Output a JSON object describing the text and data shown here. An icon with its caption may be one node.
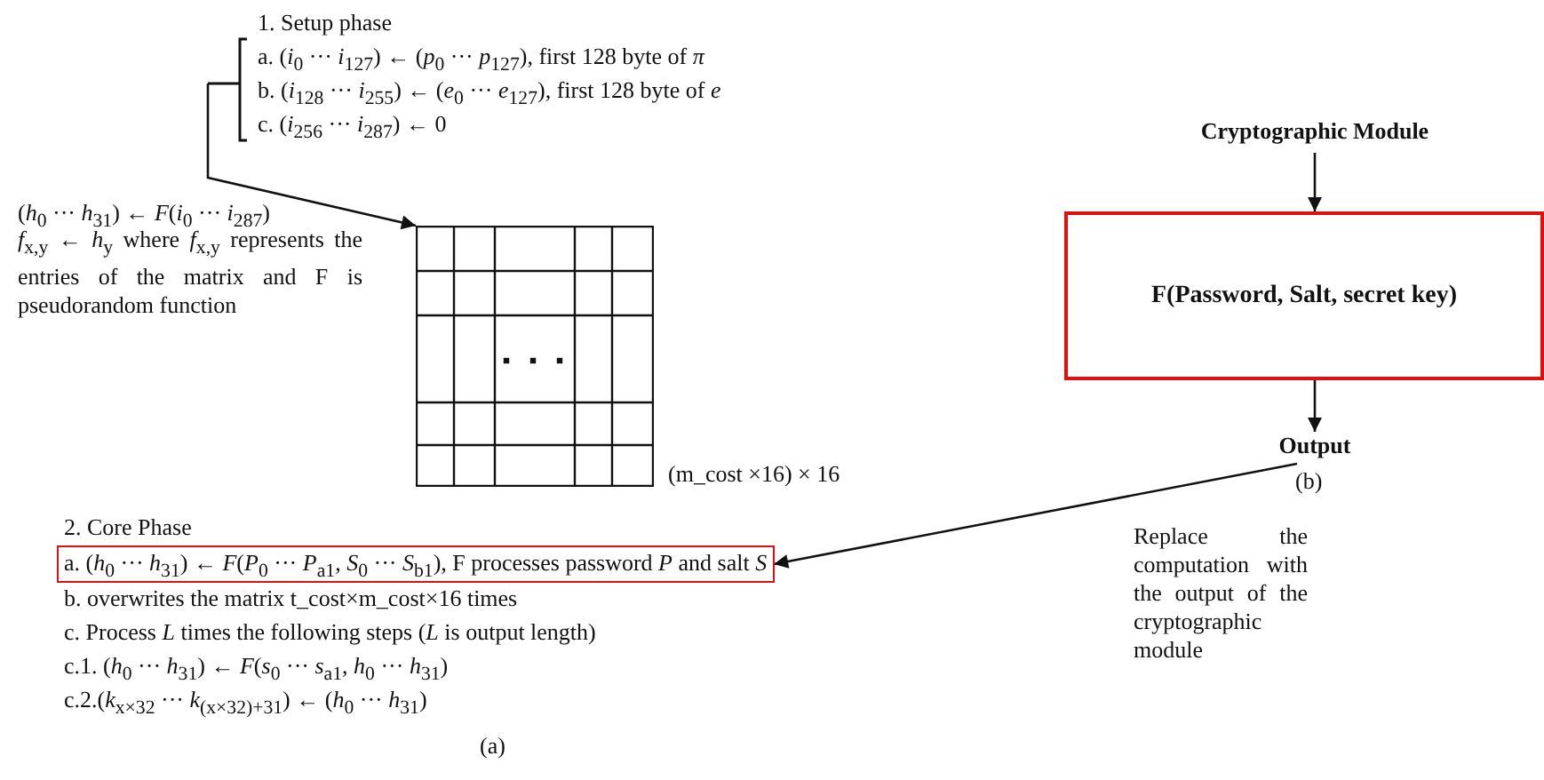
{
  "diagram": {
    "nodes": [
      {
        "text": [
          "1. Setup phase",
          "a. (*i*$_{0}$ ··· *i*$_{127}$) ← (*p*$_{0}$ ··· *p*$_{127}$), first 128 byte of *π*",
          "b. (*i*$_{128}$ ··· *i*$_{255}$) ← (*e*$_{0}$ ··· *e*$_{127}$), first 128 byte of *e*",
          "c. (*i*$_{256}$ ··· *i*$_{287}$) ← 0"
        ]
      },
      {
        "text": [],
        "shape": "box",
        "beside": [
          "(m_cost ×16) × 16"
        ]
      },
      {
        "text": [
          "a. (*h*$_{0}$ ··· *h*$_{31}$) ← *F*(*P*$_{0}$ ··· *P*$_{a1}$, *S*$_{0}$ ··· *S*$_{b1}$), F processes password *P* and salt *S*"
        ]
      },
      {
        "text": [
          "Cryptographic Module"
        ]
      },
      {
        "text": [
          "F(Password, Salt, secret key)"
        ]
      },
      {
        "text": [
          "Output"
        ]
      }
    ],
    "edges": [
      {
        "from": 0,
        "to": 1,
        "arrow": "to"
      },
      {
        "from": 3,
        "to": 4,
        "arrow": "to"
      },
      {
        "from": 4,
        "to": 5,
        "arrow": "to"
      },
      {
        "from": 5,
        "to": 2,
        "arrow": "to"
      }
    ],
    "labels": [
      "(*h*$_{0}$ ··· *h*$_{31}$) ← *F*(*i*$_{0}$ ··· *i*$_{287}$)",
      "*f*$_{x,y}$ ← *h*$_{y}$ where *f*$_{x,y}$ represents the entries of the matrix and F is pseudorandom function",
      "2. Core Phase",
      "b. overwrites the matrix t_cost×m_cost×16 times",
      "c. Process *L* times the following steps (*L* is output length)",
      "c.1. (*h*$_{0}$ ··· *h*$_{31}$) ← *F*(*s*$_{0}$ ··· *s*$_{a1}$, *h*$_{0}$ ··· *h*$_{31}$)",
      "c.2.(*k*$_{x×32}$ ··· *k*$_{(x×32)+31}$) ← (*h*$_{0}$ ··· *h*$_{31}$)",
      "(a)",
      "(b)",
      "Replace the computation with the output of the cryptographic module"
    ]
  }
}
